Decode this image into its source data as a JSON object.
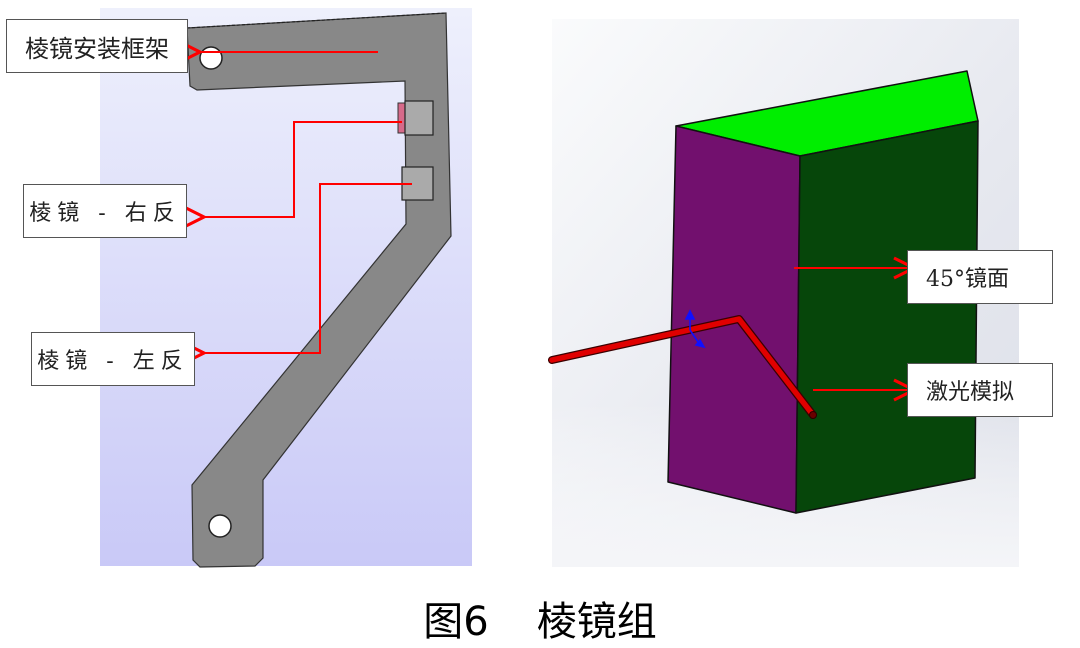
{
  "figure": {
    "caption_prefix": "图6",
    "caption_title": "棱镜组"
  },
  "left_view": {
    "description": "Prism mounting frame CAD model (gray bent bracket on lavender gradient background)",
    "background_colors": [
      "#eef0fc",
      "#c9c9f7"
    ],
    "part_color": "#888888",
    "highlight_color": "#d76a8a",
    "callouts": [
      {
        "id": "frame",
        "label": "棱镜安装框架"
      },
      {
        "id": "right-reflect",
        "label": "棱镜 - 右反"
      },
      {
        "id": "left-reflect",
        "label": "棱镜 - 左反"
      }
    ]
  },
  "right_view": {
    "description": "Prism block with 45° mirror face and simulated laser path",
    "background_colors": [
      "#f4f5f8",
      "#dcdfe8"
    ],
    "top_face_color": "#00ee00",
    "left_face_color": "#72106e",
    "right_face_color": "#06460a",
    "laser_color": "#dd0000",
    "callouts": [
      {
        "id": "mirror",
        "label": "45°镜面"
      },
      {
        "id": "laser",
        "label": "激光模拟"
      }
    ]
  },
  "annotation_color": "#ff0000"
}
